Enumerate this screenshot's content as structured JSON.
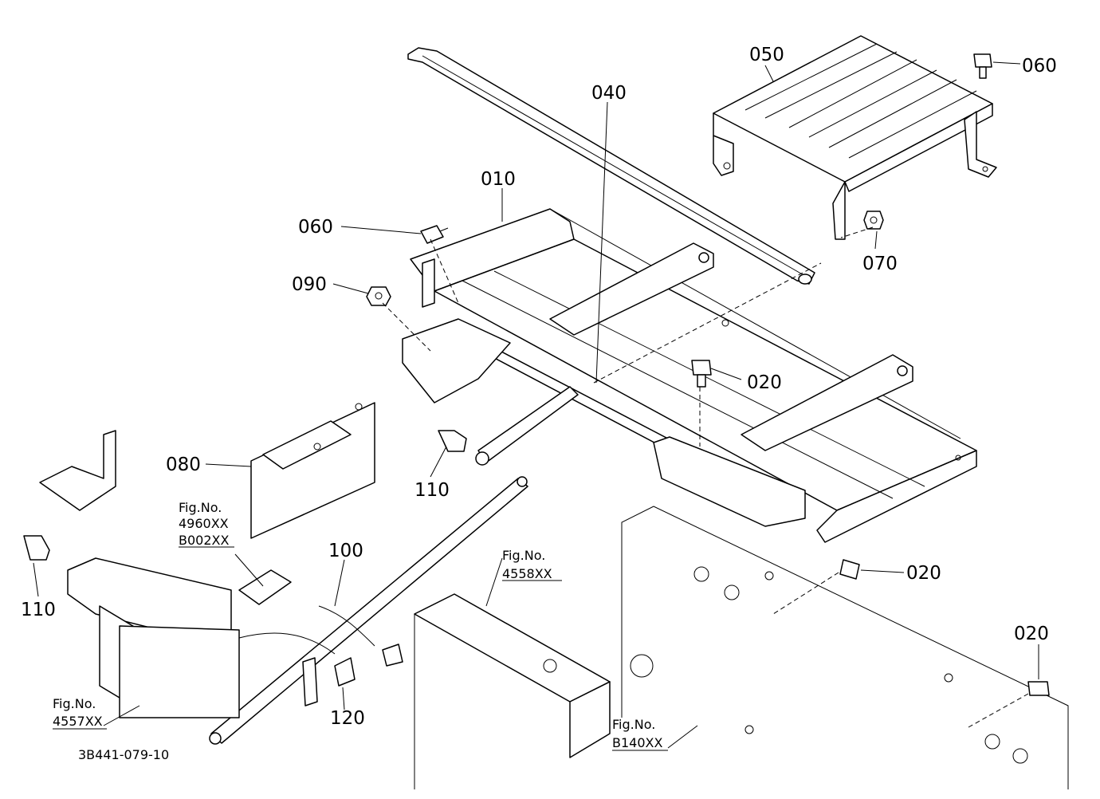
{
  "parts": [
    {
      "no": "010"
    },
    {
      "no": "020"
    },
    {
      "no": "040"
    },
    {
      "no": "050"
    },
    {
      "no": "060"
    },
    {
      "no": "070"
    },
    {
      "no": "080"
    },
    {
      "no": "090"
    },
    {
      "no": "100"
    },
    {
      "no": "110"
    },
    {
      "no": "120"
    }
  ],
  "labels": {
    "p010": "010",
    "p020a": "020",
    "p020b": "020",
    "p020c": "020",
    "p040": "040",
    "p050": "050",
    "p060a": "060",
    "p060b": "060",
    "p070": "070",
    "p080": "080",
    "p090": "090",
    "p100": "100",
    "p110a": "110",
    "p110b": "110",
    "p120": "120"
  },
  "figrefs": {
    "f4960_l1": "Fig.No.",
    "f4960_l2": "4960XX",
    "f4960_l3": "B002XX",
    "f4558_l1": "Fig.No.",
    "f4558_l2": "4558XX",
    "f4557_l1": "Fig.No.",
    "f4557_l2": "4557XX",
    "fB140_l1": "Fig.No.",
    "fB140_l2": "B140XX"
  },
  "diagram_id": "3B441-079-10"
}
